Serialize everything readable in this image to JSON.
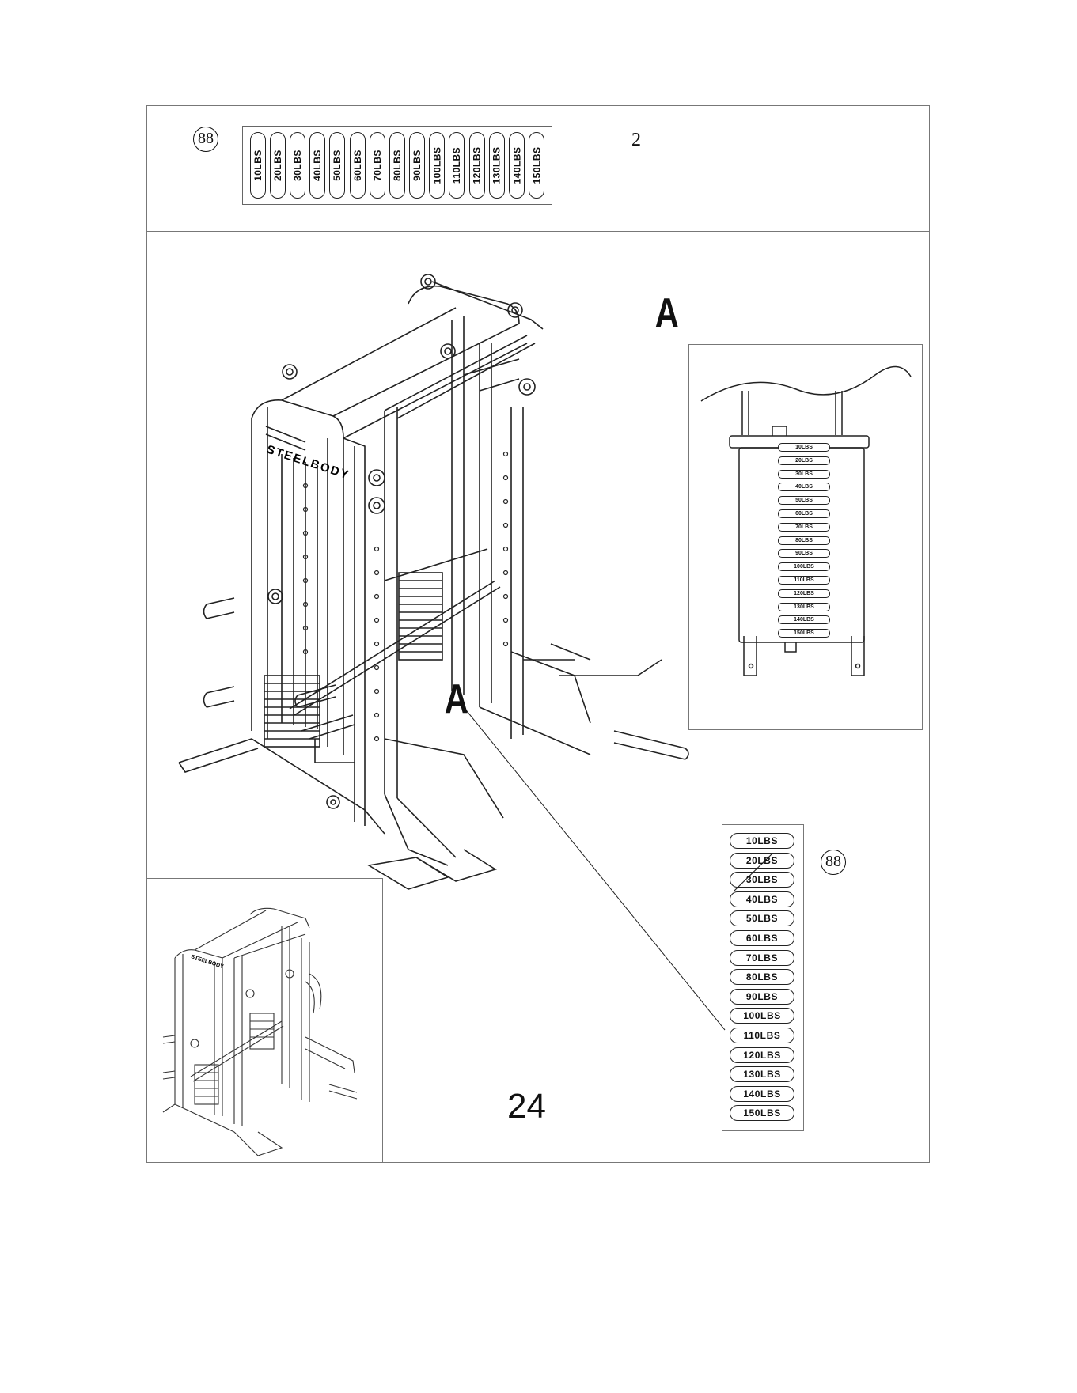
{
  "callout_number": "88",
  "quantity": "2",
  "weight_labels": [
    "10LBS",
    "20LBS",
    "30LBS",
    "40LBS",
    "50LBS",
    "60LBS",
    "70LBS",
    "80LBS",
    "90LBS",
    "100LBS",
    "110LBS",
    "120LBS",
    "130LBS",
    "140LBS",
    "150LBS"
  ],
  "detail_letter": "A",
  "brand": "STEELBODY",
  "page_number": "24"
}
